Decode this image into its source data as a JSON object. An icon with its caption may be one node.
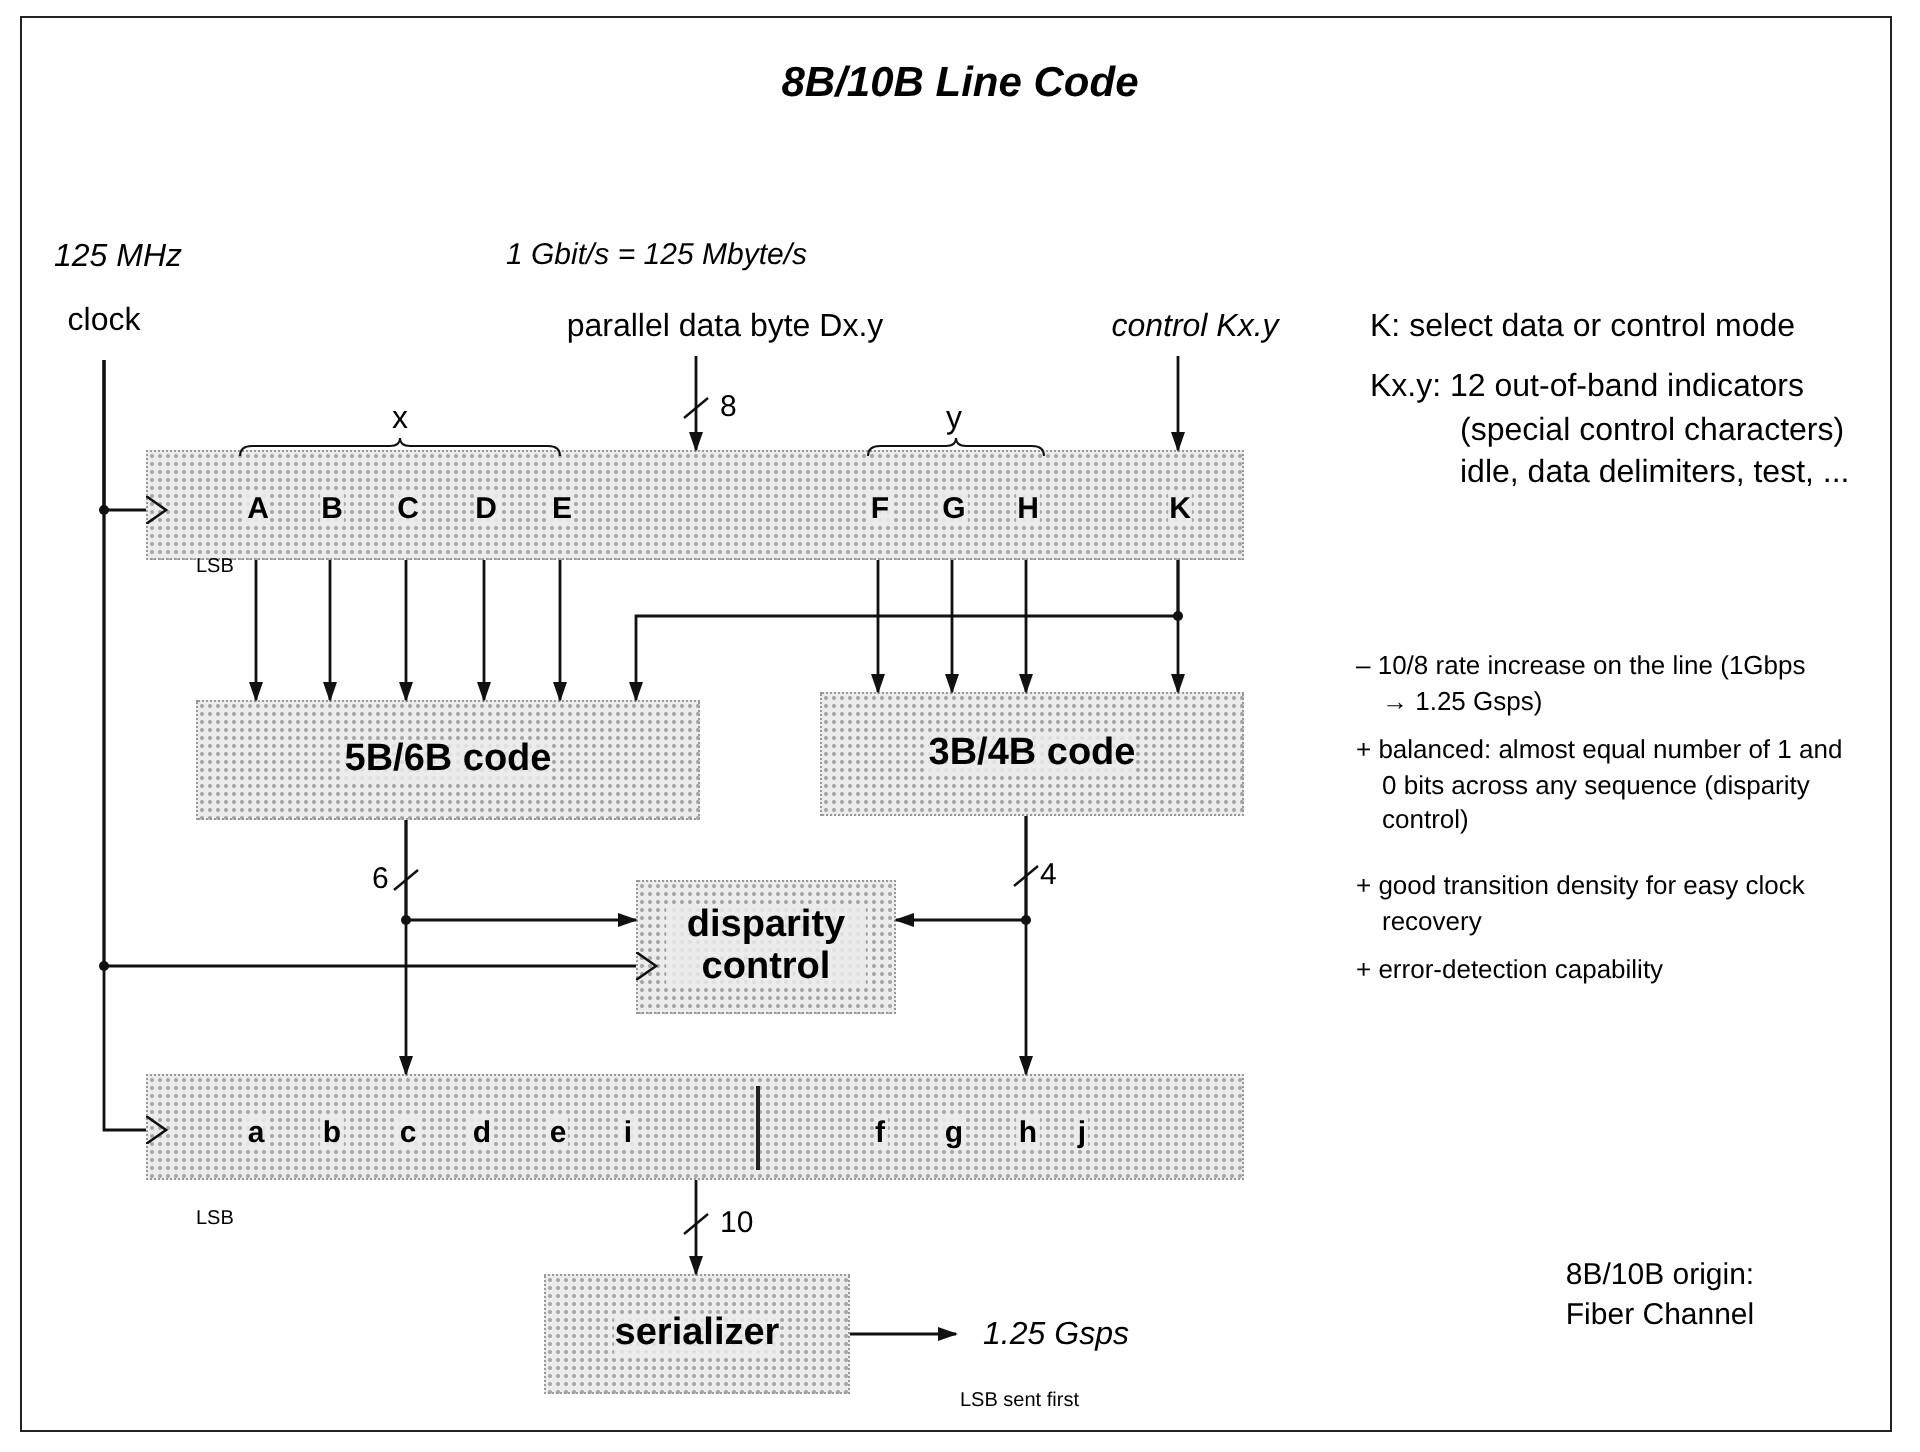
{
  "diagram": {
    "title": "8B/10B Line Code",
    "nodes": [
      {
        "text": [],
        "shape": "box"
      },
      {
        "text": [
          "A"
        ],
        "in": 0
      },
      {
        "text": [
          "B"
        ],
        "in": 0
      },
      {
        "text": [
          "C"
        ],
        "in": 0
      },
      {
        "text": [
          "D"
        ],
        "in": 0
      },
      {
        "text": [
          "E"
        ],
        "in": 0
      },
      {
        "text": [
          "F"
        ],
        "in": 0
      },
      {
        "text": [
          "G"
        ],
        "in": 0
      },
      {
        "text": [
          "H"
        ],
        "in": 0
      },
      {
        "text": [
          "K"
        ],
        "in": 0
      },
      {
        "text": [
          "parallel data byte Dx.y"
        ]
      },
      {
        "text": [
          "control Kx.y"
        ]
      },
      {
        "text": [
          "clock"
        ]
      },
      {
        "text": [
          "5B/6B code"
        ]
      },
      {
        "text": [
          "3B/4B code"
        ]
      },
      {
        "text": [
          "disparity control"
        ]
      },
      {
        "text": [],
        "shape": "box"
      },
      {
        "text": [
          "a"
        ],
        "in": 16
      },
      {
        "text": [
          "b"
        ],
        "in": 16
      },
      {
        "text": [
          "c"
        ],
        "in": 16
      },
      {
        "text": [
          "d"
        ],
        "in": 16
      },
      {
        "text": [
          "e"
        ],
        "in": 16
      },
      {
        "text": [
          "i"
        ],
        "in": 16
      },
      {
        "text": [
          "f"
        ],
        "in": 16
      },
      {
        "text": [
          "g"
        ],
        "in": 16
      },
      {
        "text": [
          "h"
        ],
        "in": 16
      },
      {
        "text": [
          "j"
        ],
        "in": 16
      },
      {
        "text": [
          "serializer"
        ]
      },
      {
        "text": [
          "1.25 Gsps"
        ]
      }
    ],
    "edges": [
      {
        "from": 10,
        "to": 0,
        "arrow": "to",
        "label": "8"
      },
      {
        "from": 11,
        "to": 9,
        "arrow": "to"
      },
      {
        "from": 12,
        "to": 0,
        "arrow": "to"
      },
      {
        "from": 1,
        "to": 13,
        "arrow": "to"
      },
      {
        "from": 2,
        "to": 13,
        "arrow": "to"
      },
      {
        "from": 3,
        "to": 13,
        "arrow": "to"
      },
      {
        "from": 4,
        "to": 13,
        "arrow": "to"
      },
      {
        "from": 5,
        "to": 13,
        "arrow": "to"
      },
      {
        "from": 9,
        "to": 13,
        "arrow": "to"
      },
      {
        "from": 6,
        "to": 14,
        "arrow": "to"
      },
      {
        "from": 7,
        "to": 14,
        "arrow": "to"
      },
      {
        "from": 8,
        "to": 14,
        "arrow": "to"
      },
      {
        "from": 9,
        "to": 14,
        "arrow": "to"
      },
      {
        "from": 13,
        "to": 16,
        "arrow": "to",
        "label": "6"
      },
      {
        "from": 13,
        "to": 15,
        "arrow": "to"
      },
      {
        "from": 14,
        "to": 16,
        "arrow": "to",
        "label": "4"
      },
      {
        "from": 14,
        "to": 15,
        "arrow": "to"
      },
      {
        "from": 12,
        "to": 15,
        "arrow": "to"
      },
      {
        "from": 12,
        "to": 16,
        "arrow": "to"
      },
      {
        "from": 16,
        "to": 27,
        "arrow": "to",
        "label": "10"
      },
      {
        "from": 27,
        "to": 28,
        "arrow": "to"
      }
    ],
    "labels": [
      "125 MHz",
      "1 Gbit/s = 125 Mbyte/s",
      "K: select data or control mode",
      "Kx.y: 12 out-of-band indicators (special control characters) idle, data delimiters, test, ...",
      "x",
      "y",
      "LSB",
      "– 10/8 rate increase on the line (1Gbps → 1.25 Gsps)",
      "+ balanced: almost equal number of 1 and 0 bits across any sequence (disparity control)",
      "+ good transition density for easy clock recovery",
      "+ error-detection capability",
      "LSB",
      "LSB sent first",
      "8B/10B origin: Fiber Channel"
    ]
  }
}
